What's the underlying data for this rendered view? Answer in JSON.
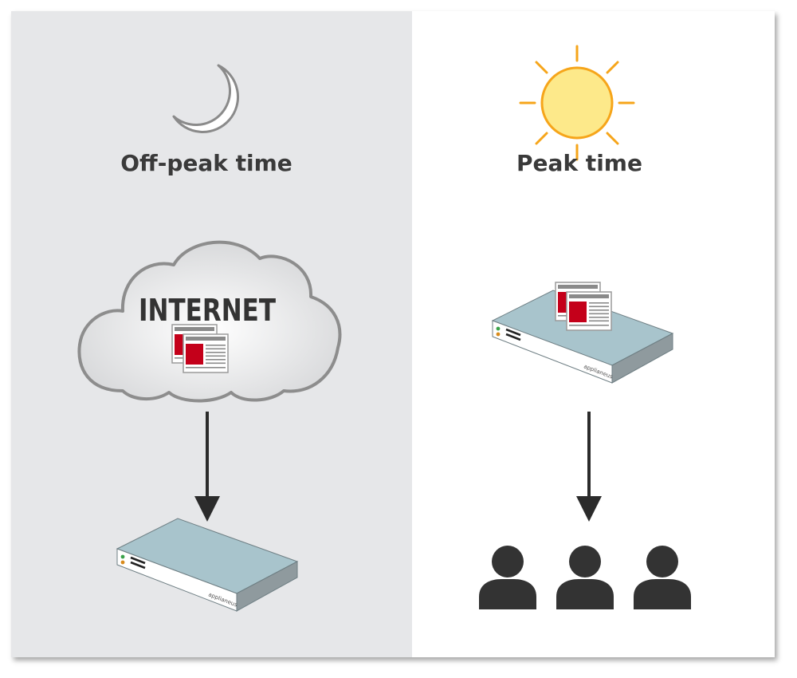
{
  "off_peak": {
    "title": "Off-peak time",
    "cloud_label": "INTERNET",
    "icons": [
      "moon-icon",
      "cloud-icon",
      "web-page-icon",
      "arrow-down-icon",
      "server-appliance-icon"
    ]
  },
  "peak": {
    "title": "Peak time",
    "icons": [
      "sun-icon",
      "web-page-icon",
      "server-appliance-icon",
      "arrow-down-icon",
      "user-icon"
    ]
  },
  "appliance": {
    "brand": "applianeus"
  },
  "colors": {
    "off_peak_background": "#e6e7e9",
    "peak_background": "#ffffff",
    "page_accent": "#c4001a",
    "sun_fill": "#fde98a",
    "sun_stroke": "#f6a51a",
    "appliance_top": "#a8c4cc",
    "arrow": "#2b2b2b",
    "user": "#333333",
    "heading_text": "#3a3a3a"
  }
}
